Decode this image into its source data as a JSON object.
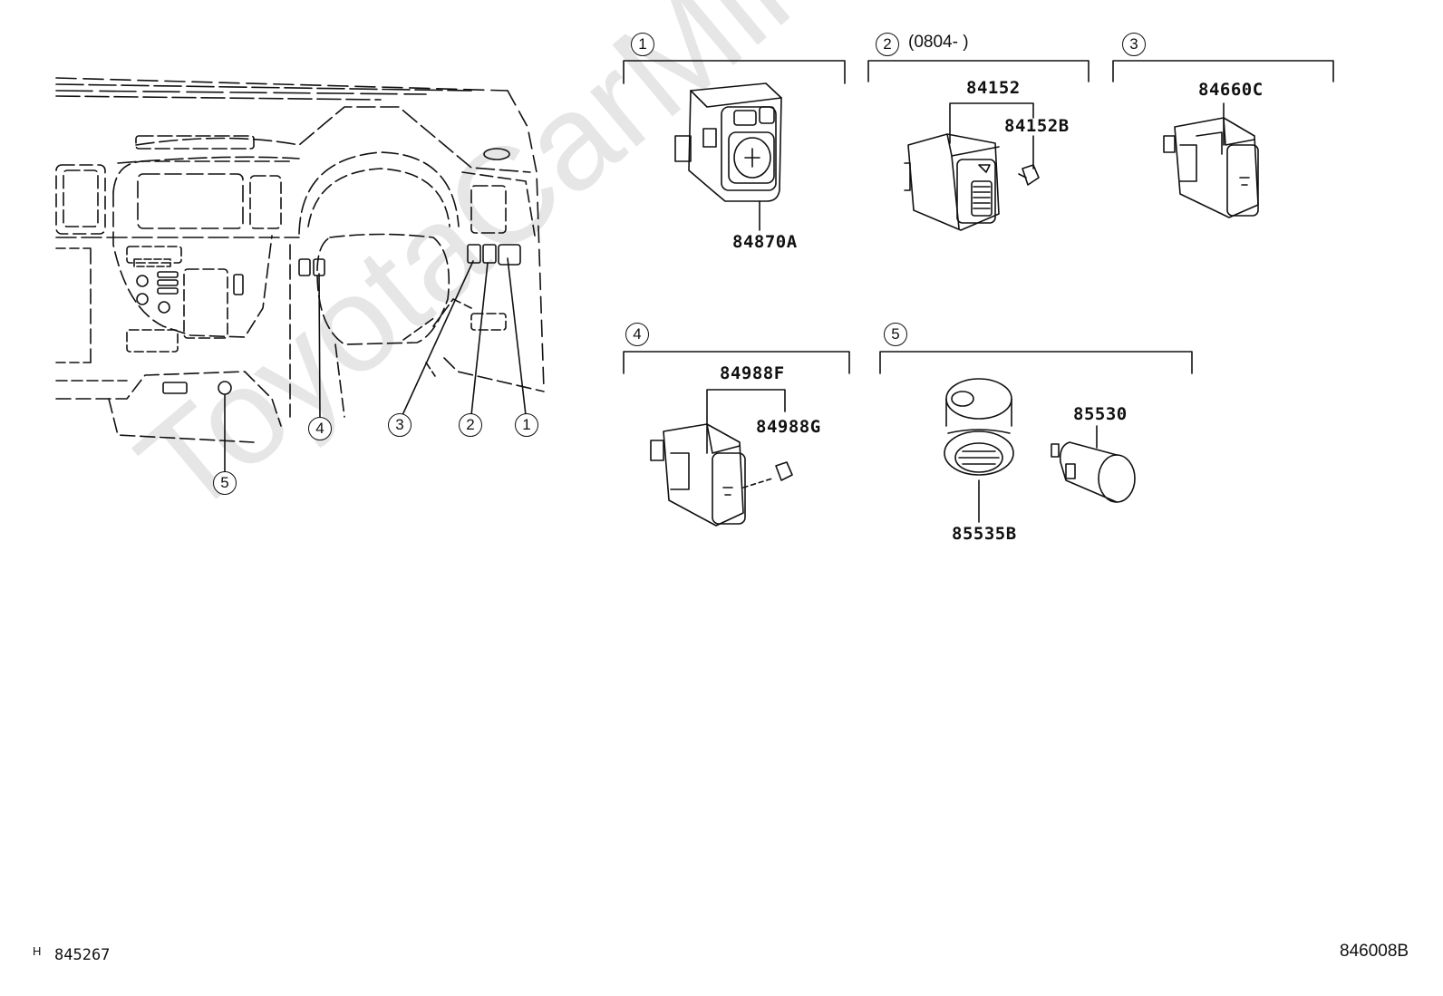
{
  "watermark": "ToyotaCarMine.ru",
  "overview_callouts": [
    "1",
    "2",
    "3",
    "4",
    "5"
  ],
  "groups": [
    {
      "num": "1",
      "note": ""
    },
    {
      "num": "2",
      "note": "(0804-    )"
    },
    {
      "num": "3",
      "note": ""
    },
    {
      "num": "4",
      "note": ""
    },
    {
      "num": "5",
      "note": ""
    }
  ],
  "parts": {
    "p84870A": "84870A",
    "p84152": "84152",
    "p84152B": "84152B",
    "p84660C": "84660C",
    "p84988F": "84988F",
    "p84988G": "84988G",
    "p85530": "85530",
    "p85535B": "85535B"
  },
  "footer": {
    "left_mark": "H",
    "left_code": "845267",
    "right_code": "846008B"
  },
  "colors": {
    "ink": "#111111",
    "watermark": "#e6e6e6",
    "paper": "#ffffff"
  }
}
